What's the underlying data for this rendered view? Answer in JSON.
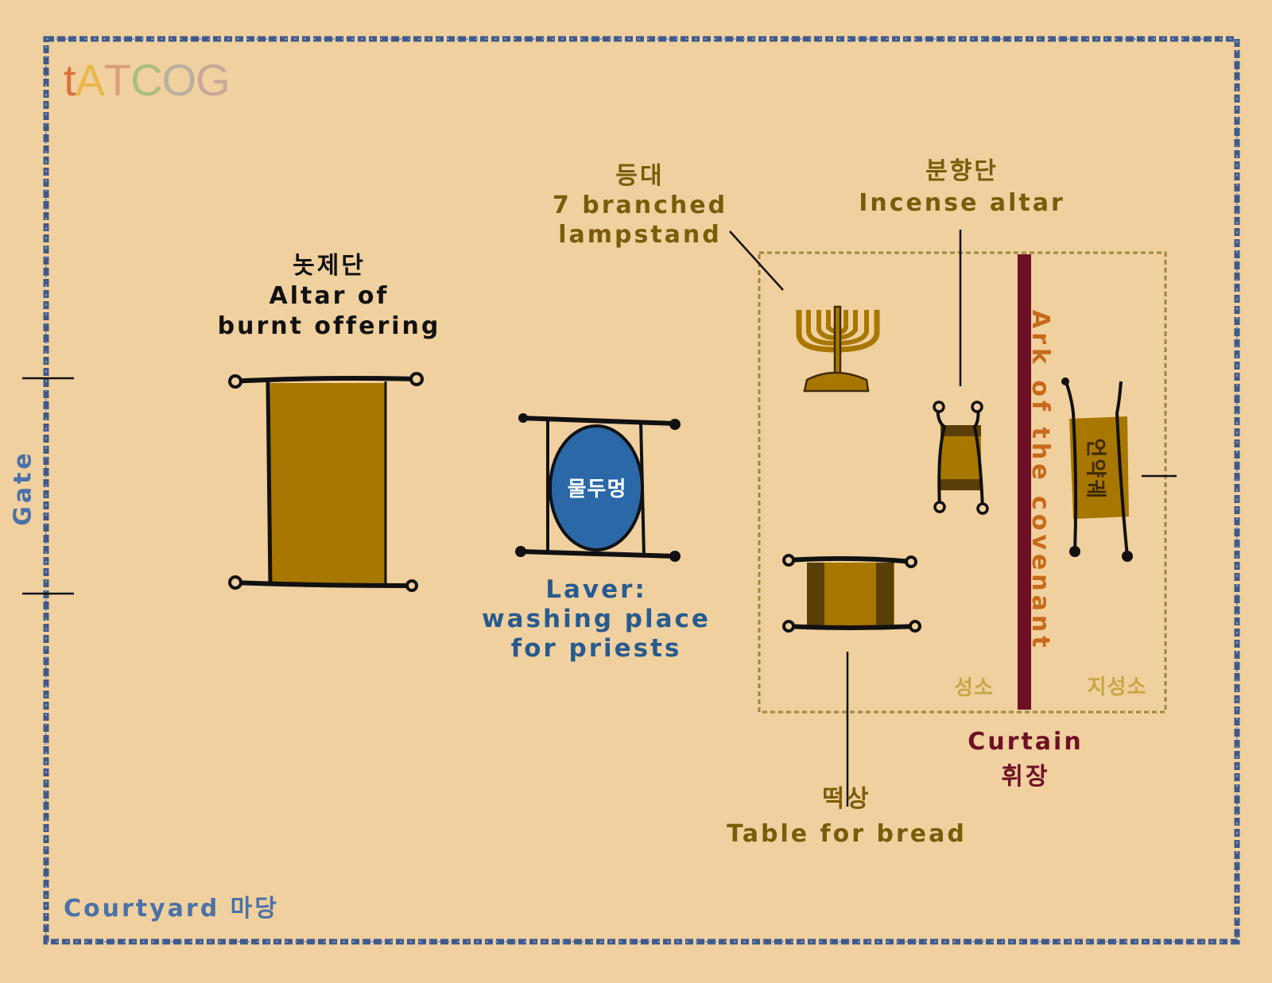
{
  "logo": {
    "letters": [
      {
        "ch": "t",
        "color": "#D9713A"
      },
      {
        "ch": "A",
        "color": "#E8B64A"
      },
      {
        "ch": "T",
        "color": "#D9A07A"
      },
      {
        "ch": "C",
        "color": "#A8C07A"
      },
      {
        "ch": "O",
        "color": "#B8B0A0"
      },
      {
        "ch": "G",
        "color": "#C8A898"
      }
    ]
  },
  "colors": {
    "background": "#F0D09E",
    "courtyard_border": "#3E5A8C",
    "furniture_gold": "#A87700",
    "furniture_dark": "#5A3F08",
    "laver_blue": "#2A68A8",
    "curtain": "#6E1026",
    "tent_border": "#9A8A3A"
  },
  "labels": {
    "altar": {
      "ko": "놋제단",
      "en1": "Altar of",
      "en2": "burnt offering"
    },
    "laver": {
      "ko": "물두멍",
      "en1": "Laver:",
      "en2": "washing place",
      "en3": "for priests"
    },
    "lampstand": {
      "ko": "등대",
      "en1": "7 branched",
      "en2": "lampstand"
    },
    "incense": {
      "ko": "분향단",
      "en1": "Incense altar"
    },
    "bread": {
      "ko": "떡상",
      "en1": "Table for bread"
    },
    "curtain": {
      "en": "Curtain",
      "ko": "휘장"
    },
    "ark": {
      "ko": "언약궤",
      "en": "Ark of the covenant"
    },
    "holy_place": "성소",
    "most_holy": "지성소",
    "gate": "Gate",
    "courtyard": "Courtyard 마당"
  }
}
